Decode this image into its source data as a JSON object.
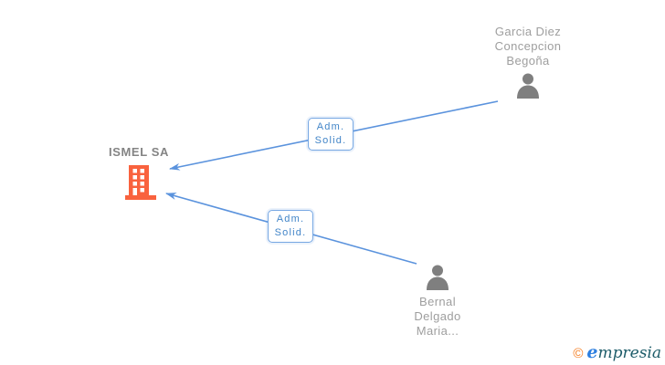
{
  "diagram": {
    "company": {
      "name": "ISMEL SA"
    },
    "persons": [
      {
        "name_lines": [
          "Garcia Diez",
          "Concepcion",
          "Begoña"
        ]
      },
      {
        "name_lines": [
          "Bernal",
          "Delgado",
          "Maria..."
        ]
      }
    ],
    "edges": [
      {
        "label_lines": [
          "Adm.",
          "Solid."
        ]
      },
      {
        "label_lines": [
          "Adm.",
          "Solid."
        ]
      }
    ]
  },
  "footer": {
    "copyright_symbol": "©",
    "brand_initial": "e",
    "brand_rest": "mpresia"
  },
  "colors": {
    "line_blue": "#5b93dd",
    "label_blue": "#4285c8",
    "box_border": "#76a7e3",
    "person_gray": "#7f7f7f",
    "name_gray": "#9e9e9e",
    "company_gray": "#848484",
    "building_orange": "#f9623e",
    "logo_orange": "#f57c1f",
    "logo_blue": "#2d7fe0",
    "logo_teal": "#1d5c69"
  }
}
